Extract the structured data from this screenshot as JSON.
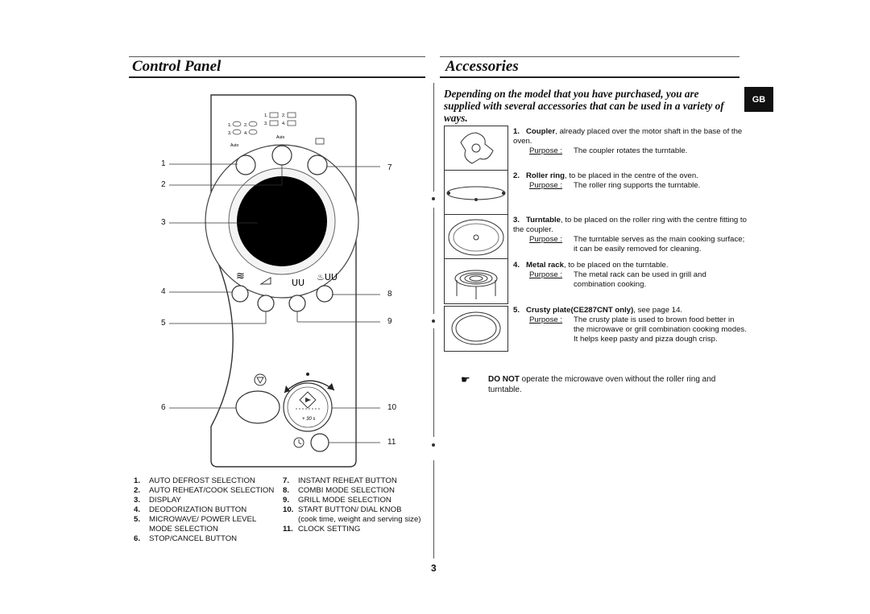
{
  "control_panel": {
    "title": "Control Panel",
    "callouts": [
      "1",
      "2",
      "3",
      "4",
      "5",
      "6",
      "7",
      "8",
      "9",
      "10",
      "11"
    ],
    "panel_labels": {
      "defrost_1": "1.",
      "defrost_2": "2.",
      "defrost_3": "3.",
      "defrost_4": "4.",
      "reheat_1": "1.",
      "reheat_2": "2.",
      "reheat_3": "3.",
      "reheat_4": "4.",
      "auto_left": "Auto",
      "auto_mid": "Auto",
      "plus_30": "+ 30 s"
    },
    "legend_left": [
      {
        "n": "1.",
        "t": "AUTO  DEFROST SELECTION"
      },
      {
        "n": "2.",
        "t": "AUTO REHEAT/COOK SELECTION"
      },
      {
        "n": "3.",
        "t": "DISPLAY"
      },
      {
        "n": "4.",
        "t": "DEODORIZATION BUTTON"
      },
      {
        "n": "5.",
        "t": "MICROWAVE/ POWER LEVEL MODE SELECTION"
      },
      {
        "n": "6.",
        "t": "STOP/CANCEL BUTTON"
      }
    ],
    "legend_right": [
      {
        "n": "7.",
        "t": "INSTANT REHEAT BUTTON"
      },
      {
        "n": "8.",
        "t": "COMBI MODE SELECTION"
      },
      {
        "n": "9.",
        "t": "GRILL MODE SELECTION"
      },
      {
        "n": "10.",
        "t": "START BUTTON/ DIAL KNOB",
        "sub": "(cook time, weight and serving size)"
      },
      {
        "n": "11.",
        "t": "CLOCK SETTING"
      }
    ]
  },
  "accessories": {
    "title": "Accessories",
    "badge": "GB",
    "intro": "Depending on the model that you have purchased, you are supplied with several accessories that can be used in a variety of ways.",
    "purpose_label": "Purpose :",
    "items": [
      {
        "num": "1.",
        "name": "Coupler",
        "desc": ", already placed over the motor shaft in the base of the oven.",
        "purpose": "The coupler rotates the turntable."
      },
      {
        "num": "2.",
        "name": "Roller ring",
        "desc": ", to be placed in the centre of the oven.",
        "purpose": "The roller ring supports the turntable."
      },
      {
        "num": "3.",
        "name": "Turntable",
        "desc": ", to be placed on the roller ring with the centre fitting  to the coupler.",
        "purpose": "The turntable serves as the main cooking surface; it can be easily removed for cleaning."
      },
      {
        "num": "4.",
        "name": "Metal rack",
        "desc": ", to be placed on the turntable.",
        "purpose": "The metal rack can be used in grill and combination cooking."
      },
      {
        "num": "5.",
        "name": "Crusty plate(CE287CNT only)",
        "desc": ", see page 14.",
        "purpose": "The crusty plate is used to brown food better in the microwave or grill combination cooking modes. It helps keep pasty and pizza dough crisp."
      }
    ],
    "note_strong": "DO NOT",
    "note_rest": " operate the microwave oven without the roller ring and turntable."
  },
  "page_number": "3"
}
